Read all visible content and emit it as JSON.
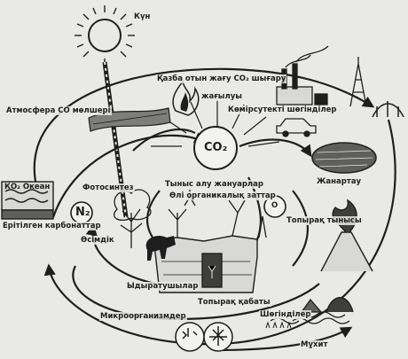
{
  "colors": {
    "ink": "#1e1e1e",
    "paper": "#e9e9e7",
    "shade": "#7d7d7b"
  },
  "labels": {
    "sun": "Күн",
    "atmosphere": "Атмосфера СО мөлшері",
    "co2_ocean": "КО₂ Океан",
    "dissolved": "Ерітілген карбонаттар",
    "photosynthesis": "Фотосинтез",
    "n2": "N₂",
    "plant_growth": "Өсімдік",
    "fuel_burning": "Қазба отын жағу СО₂ шығару",
    "combustion": "жағылуы",
    "coal_deposits": "Көмірсутекті шөгінділер",
    "co2_center": "CO₂",
    "animal_respiration": "Тыныс алу жануарлар",
    "dead_matter": "Өлі органикалық заттар",
    "oxygen": "O",
    "soil_respiration": "Топырақ тынысы",
    "volcano": "Жанартау",
    "decomposers": "Ыдыратушылар",
    "microbes": "Микроорганизмдер",
    "ocean": "Мұхит",
    "soil_layer": "Топырақ қабаты",
    "sediments": "Шөгінділер"
  }
}
